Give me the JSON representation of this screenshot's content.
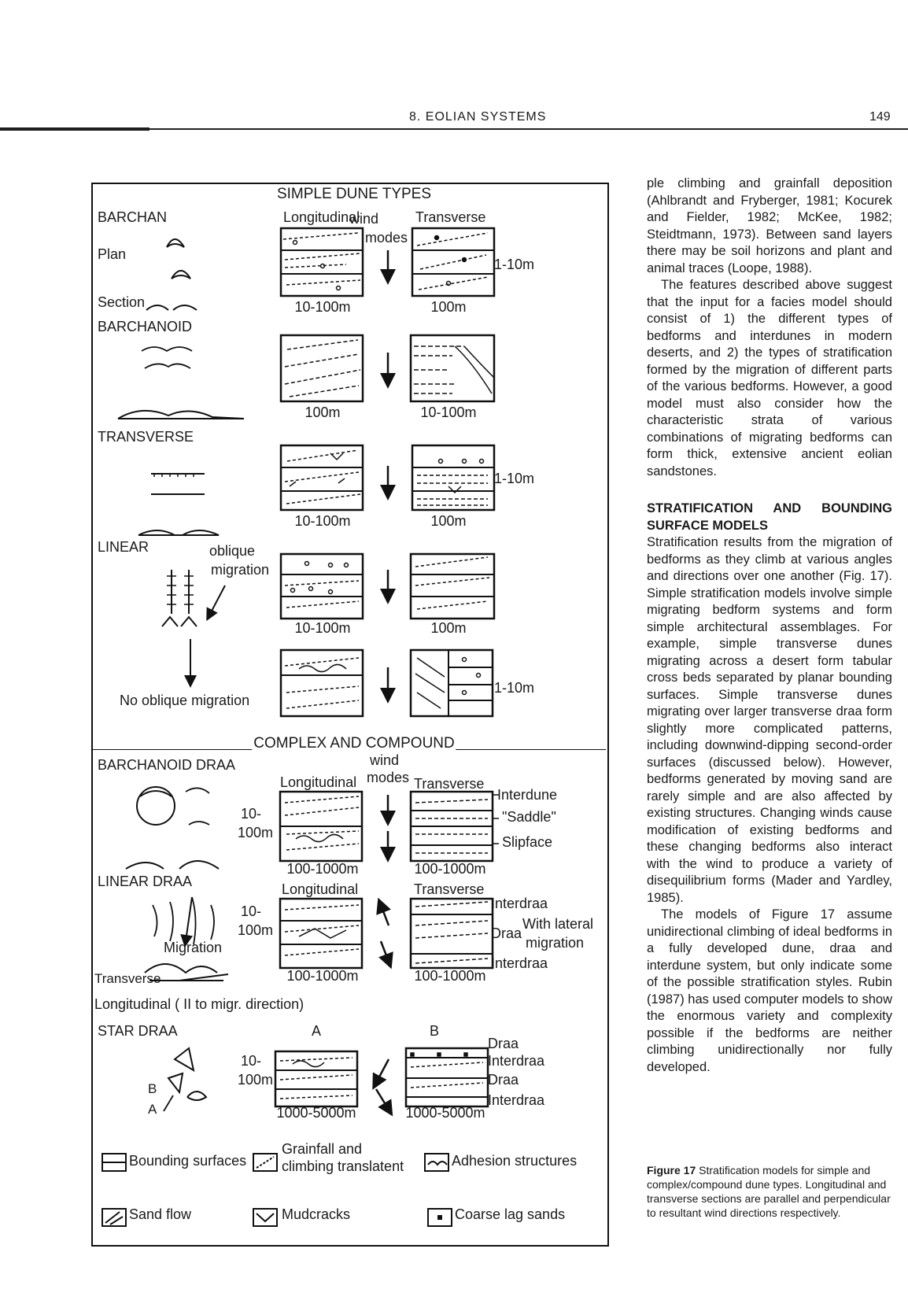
{
  "header": {
    "title": "8. EOLIAN SYSTEMS",
    "page": "149"
  },
  "figure": {
    "simple_title": "SIMPLE DUNE TYPES",
    "complex_title": "COMPLEX AND COMPOUND",
    "col_longitudinal": "Longitudinal",
    "col_transverse": "Transverse",
    "wind_modes": "wind modes",
    "wind": "wind",
    "modes": "modes",
    "barchan": "BARCHAN",
    "plan": "Plan",
    "section": "Section",
    "barchanoid": "BARCHANOID",
    "transverse": "TRANSVERSE",
    "linear": "LINEAR",
    "oblique_migration": "oblique migration",
    "oblique": "oblique",
    "migration": "migration",
    "no_oblique": "No oblique migration",
    "barchanoid_draa": "BARCHANOID DRAA",
    "linear_draa": "LINEAR DRAA",
    "star_draa": "STAR DRAA",
    "mig_label": "Migration",
    "transverse_small": "Transverse",
    "longitudinal_note": "Longitudinal ( II to migr. direction)",
    "scale_1_10m": "1-10m",
    "scale_10_100m": "10-100m",
    "scale_100m": "100m",
    "scale_10": "10-",
    "scale_100_1000m": "100-1000m",
    "scale_1000_5000m": "1000-5000m",
    "interdune": "Interdune",
    "saddle": "\"Saddle\"",
    "slipface": "Slipface",
    "interdraa": "Interdraa",
    "draa": "Draa",
    "with_lateral": "With lateral",
    "migration2": "migration",
    "col_a": "A",
    "col_b": "B",
    "star_b": "B",
    "star_a": "A",
    "legend": {
      "bounding": "Bounding surfaces",
      "grainfall1": "Grainfall and",
      "grainfall2": "climbing translatent",
      "adhesion": "Adhesion structures",
      "sandflow": "Sand flow",
      "mudcracks": "Mudcracks",
      "coarse": "Coarse lag sands"
    }
  },
  "column": {
    "p1": "ple climbing and grainfall deposition (Ahlbrandt and Fryberger, 1981; Kocurek and Fielder, 1982; McKee, 1982; Steidtmann, 1973). Between sand layers there may be soil horizons and plant and animal traces (Loope, 1988).",
    "p2": "The features described above suggest that the input for a facies model should consist of 1) the different types of bedforms and interdunes in modern deserts, and 2) the types of stratification formed by the migration of different parts of the various bedforms. However, a good model must also consider how the characteristic strata of various combinations of migrating bedforms can form thick, extensive ancient eolian sandstones.",
    "heading": "STRATIFICATION AND BOUNDING SURFACE MODELS",
    "p3": "Stratification results from the migration of bedforms as they climb at various angles and directions over one another (Fig. 17). Simple stratification models involve simple migrating bedform systems and form simple architectural assemblages. For example, simple transverse dunes migrating across a desert form tabular cross beds separated by planar bounding surfaces. Simple transverse dunes migrating over larger transverse draa form slightly more complicated patterns, including downwind-dipping second-order surfaces (discussed below). However, bedforms generated by moving sand are rarely simple and are also affected by existing structures. Changing winds cause modification of existing bedforms and these changing bedforms also interact with the wind to produce a variety of disequilibrium forms (Mader and Yardley, 1985).",
    "p4": "The models of Figure 17 assume unidirectional climbing of ideal bedforms in a fully developed dune, draa and interdune system, but only indicate some of the possible stratification styles. Rubin (1987) has used computer models to show the enormous variety and complexity possible if the bedforms are neither climbing unidirectionally nor fully developed."
  },
  "caption": {
    "label": "Figure 17",
    "text": "Stratification models for simple and complex/compound dune types. Longitudinal and transverse sections are parallel and perpendicular to resultant wind directions respectively."
  }
}
